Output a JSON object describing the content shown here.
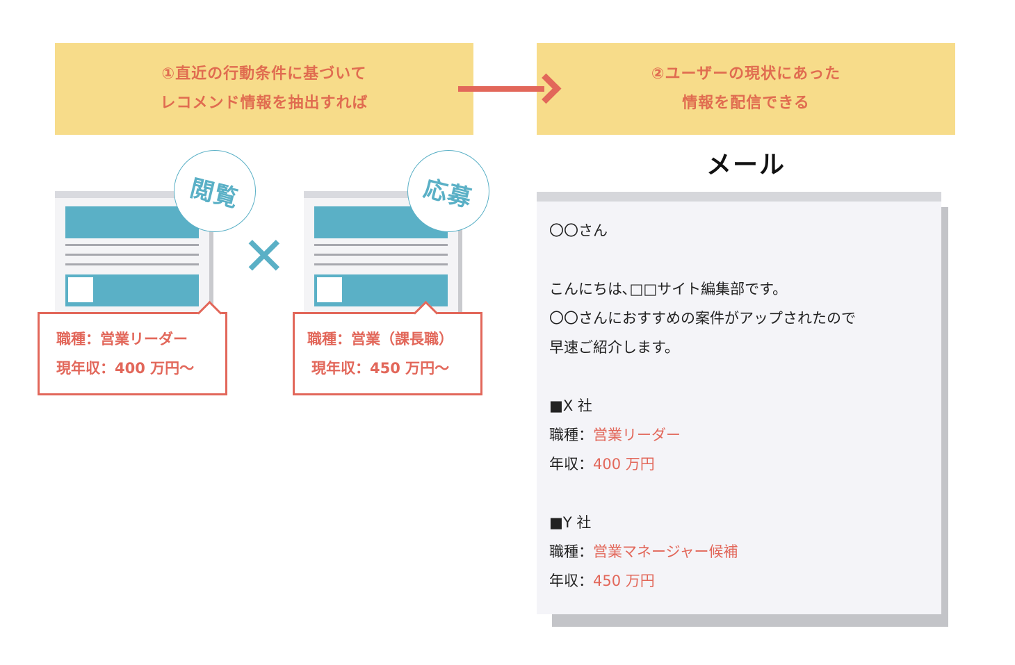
{
  "step1": {
    "line1": "①直近の行動条件に基づいて",
    "line2": "レコメンド情報を抽出すれば"
  },
  "step2": {
    "line1": "②ユーザーの現状にあった",
    "line2": "情報を配信できる"
  },
  "badges": {
    "view": "閲覧",
    "apply": "応募"
  },
  "multiply": "✕",
  "callout1": {
    "line1": "職種：営業リーダー",
    "line2": "現年収：400 万円〜"
  },
  "callout2": {
    "line1": "職種：営業（課長職）",
    "line2": "現年収：450 万円〜"
  },
  "mail": {
    "title": "メール",
    "greeting": "〇〇さん",
    "body1": "こんにちは､□□サイト編集部です。",
    "body2": "〇〇さんにおすすめの案件がアップされたので",
    "body3": "早速ご紹介します。",
    "companyX": "■X 社",
    "x_job_label": "職種：",
    "x_job_value": "営業リーダー",
    "x_salary_label": "年収：",
    "x_salary_value": "400 万円",
    "companyY": "■Y 社",
    "y_job_label": "職種：",
    "y_job_value": "営業マネージャー候補",
    "y_salary_label": "年収：",
    "y_salary_value": "450 万円"
  },
  "colors": {
    "accent": "#e2675a",
    "teal": "#5ab0c6",
    "banner": "#f7dc8a"
  }
}
